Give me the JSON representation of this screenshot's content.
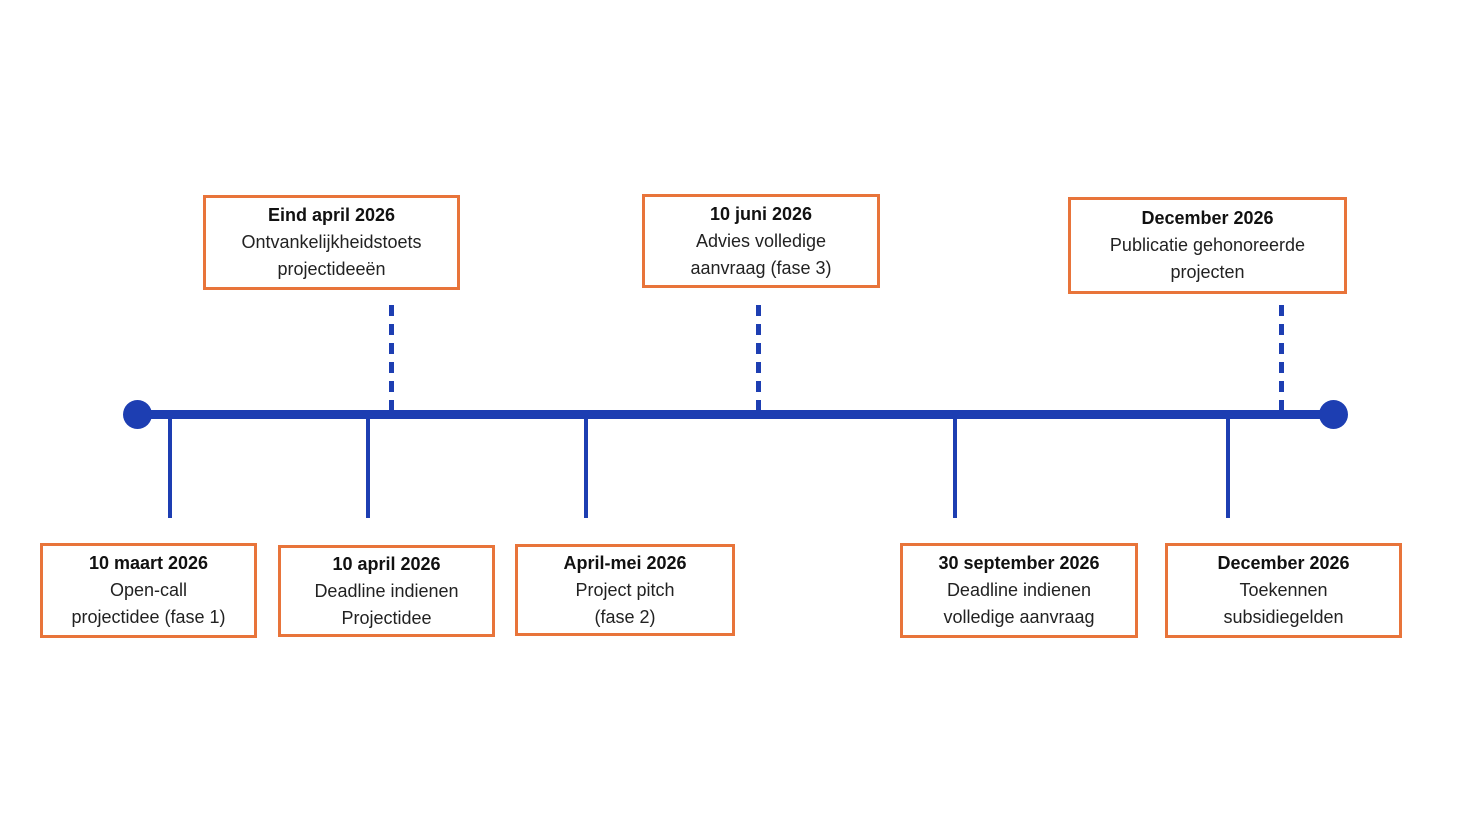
{
  "colors": {
    "timeline_blue": "#1d3eb2",
    "box_border_orange": "#e8743a",
    "text": "#1c1c1c",
    "background": "#ffffff"
  },
  "timeline": {
    "events_above": [
      {
        "date": "Eind april 2026",
        "line1": "Ontvankelijkheidstoets",
        "line2": "projectideeën"
      },
      {
        "date": "10 juni 2026",
        "line1": "Advies volledige",
        "line2": "aanvraag (fase 3)"
      },
      {
        "date": "December 2026",
        "line1": "Publicatie gehonoreerde",
        "line2": "projecten"
      }
    ],
    "events_below": [
      {
        "date": "10 maart 2026",
        "line1": "Open-call",
        "line2": "projectidee (fase 1)"
      },
      {
        "date": "10 april 2026",
        "line1": "Deadline indienen",
        "line2": "Projectidee"
      },
      {
        "date": "April-mei 2026",
        "line1": "Project pitch",
        "line2": "(fase 2)"
      },
      {
        "date": "30 september 2026",
        "line1": "Deadline indienen",
        "line2": "volledige aanvraag"
      },
      {
        "date": "December 2026",
        "line1": "Toekennen",
        "line2": "subsidiegelden"
      }
    ]
  }
}
